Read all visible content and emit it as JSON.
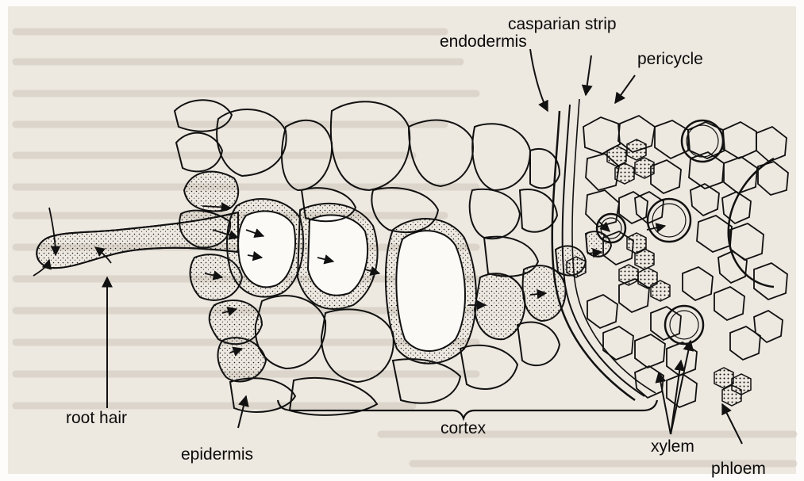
{
  "labels": {
    "casparian_strip": "casparian strip",
    "endodermis": "endodermis",
    "pericycle": "pericycle",
    "root_hair": "root hair",
    "cortex": "cortex",
    "epidermis": "epidermis",
    "xylem": "xylem",
    "phloem": "phloem"
  },
  "colors": {
    "paper": "#fdfcfa",
    "page_tint": "#ece7df",
    "ink": "#111111",
    "ghost_text": "#c9c2b6"
  }
}
